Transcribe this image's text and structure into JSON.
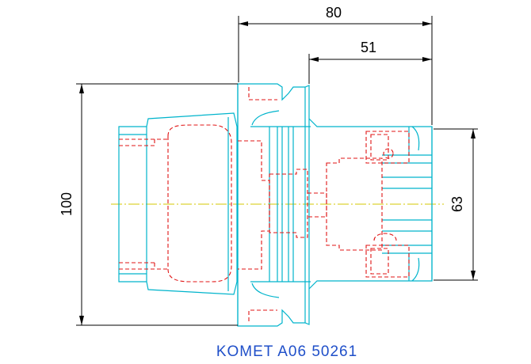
{
  "dimensions": {
    "overall_length": "80",
    "shank_length": "51",
    "flange_diameter": "100",
    "shank_diameter": "63"
  },
  "caption": "KOMET A06 50261",
  "colors": {
    "outline": "#00b4cc",
    "hidden_lines": "#e01414",
    "centerline": "#d6c800",
    "dimensions": "#000000",
    "caption": "#1f4fc9"
  }
}
